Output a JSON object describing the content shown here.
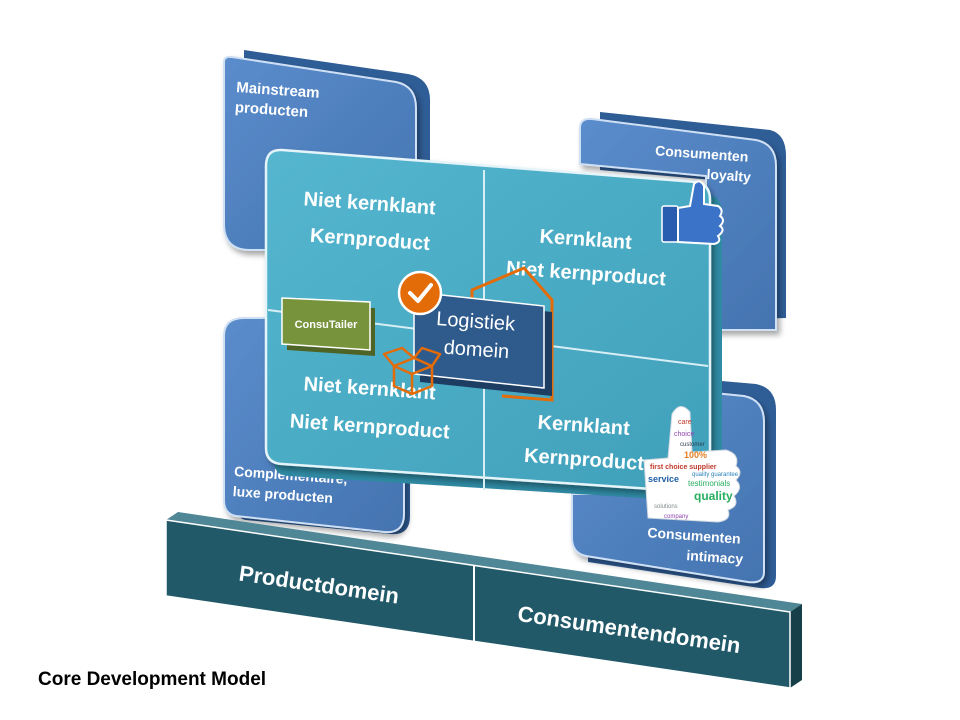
{
  "corner_boxes": {
    "top_left": [
      "Mainstream",
      "producten"
    ],
    "top_right": [
      "Consumenten",
      "loyalty"
    ],
    "bottom_left": [
      "Complementaire,",
      "luxe producten"
    ],
    "bottom_right": [
      "Consumenten",
      "intimacy"
    ]
  },
  "quadrants": {
    "top_left": [
      "Niet kernklant",
      "Kernproduct"
    ],
    "top_right": [
      "Kernklant",
      "Niet kernproduct"
    ],
    "bottom_left": [
      "Niet kernklant",
      "Niet kernproduct"
    ],
    "bottom_right": [
      "Kernklant",
      "Kernproduct"
    ]
  },
  "logistiek": [
    "Logistiek",
    "domein"
  ],
  "consutailer": "ConsuTailer",
  "base": {
    "left": "Productdomein",
    "right": "Consumentendomein"
  },
  "word_cloud": [
    "first choice supplier",
    "service",
    "testimonials",
    "quality",
    "quality guarantee",
    "100%",
    "care",
    "choice",
    "customer",
    "solutions",
    "company"
  ],
  "caption": "Core Development Model",
  "colors": {
    "corner_box": "#4f81bd",
    "center_panel": "#4bacc6",
    "base": "#215968",
    "logistiek": "#2e5a8c",
    "consutailer": "#77933c",
    "orange": "#e36c09"
  }
}
